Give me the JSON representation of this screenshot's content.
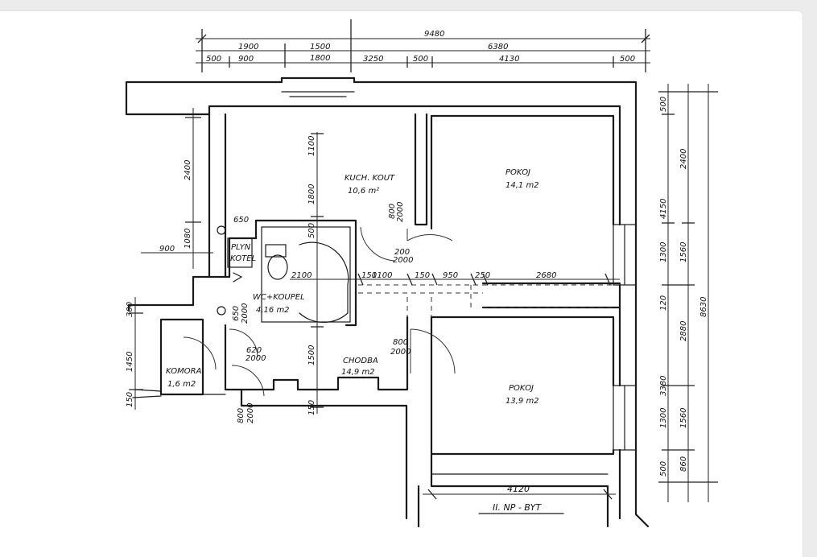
{
  "rooms": {
    "kitchen": {
      "name": "KUCH. KOUT",
      "area": "10,6 m²"
    },
    "room1": {
      "name": "POKOJ",
      "area": "14,1 m2"
    },
    "room2": {
      "name": "POKOJ",
      "area": "13,9 m2"
    },
    "wc": {
      "name": "WC+KOUPEL",
      "area": "4,16 m2"
    },
    "hall": {
      "name": "CHODBA",
      "area": "14,9 m2"
    },
    "pantry": {
      "name": "KOMORA",
      "area": "1,6 m2"
    },
    "boiler": {
      "name": "PLYN",
      "name2": "KOTEL"
    }
  },
  "title": "II. NP - BYT",
  "dims": {
    "top_total": "9480",
    "top_a": "1900",
    "top_b": "1500",
    "top_c": "6380",
    "top_d": "1800",
    "seg1": "500",
    "seg2": "900",
    "seg3": "3250",
    "seg4": "500",
    "seg5": "4130",
    "seg6": "500",
    "right_total": "8630",
    "r_a": "500",
    "r_b": "2400",
    "r_c": "4150",
    "r_d": "1300",
    "r_e": "1560",
    "r_f": "120",
    "r_g": "2880",
    "r_h": "3380",
    "r_i": "1300",
    "r_j": "1560",
    "r_k": "500",
    "r_l": "860",
    "left_a": "2400",
    "left_b": "1080",
    "left_c": "900",
    "left_d": "300",
    "left_e": "1450",
    "left_f": "150",
    "kit_h1": "1100",
    "kit_h2": "1800",
    "door_a": "800",
    "door_a2": "2000",
    "d650": "650",
    "d500": "500",
    "w1100": "1100",
    "w2100": "2100",
    "w150": "150",
    "w950": "950",
    "w250": "250",
    "w2680": "2680",
    "w150b": "150",
    "d650b": "650",
    "d2000": "2000",
    "d620": "620",
    "d2000b": "2000",
    "d1500": "1500",
    "d800": "800",
    "d2000c": "2000",
    "d150": "150",
    "bottom": "4120",
    "d800b": "800",
    "d2000d": "2000",
    "d1500b": "1500",
    "d200": "200",
    "d2000e": "2000"
  }
}
